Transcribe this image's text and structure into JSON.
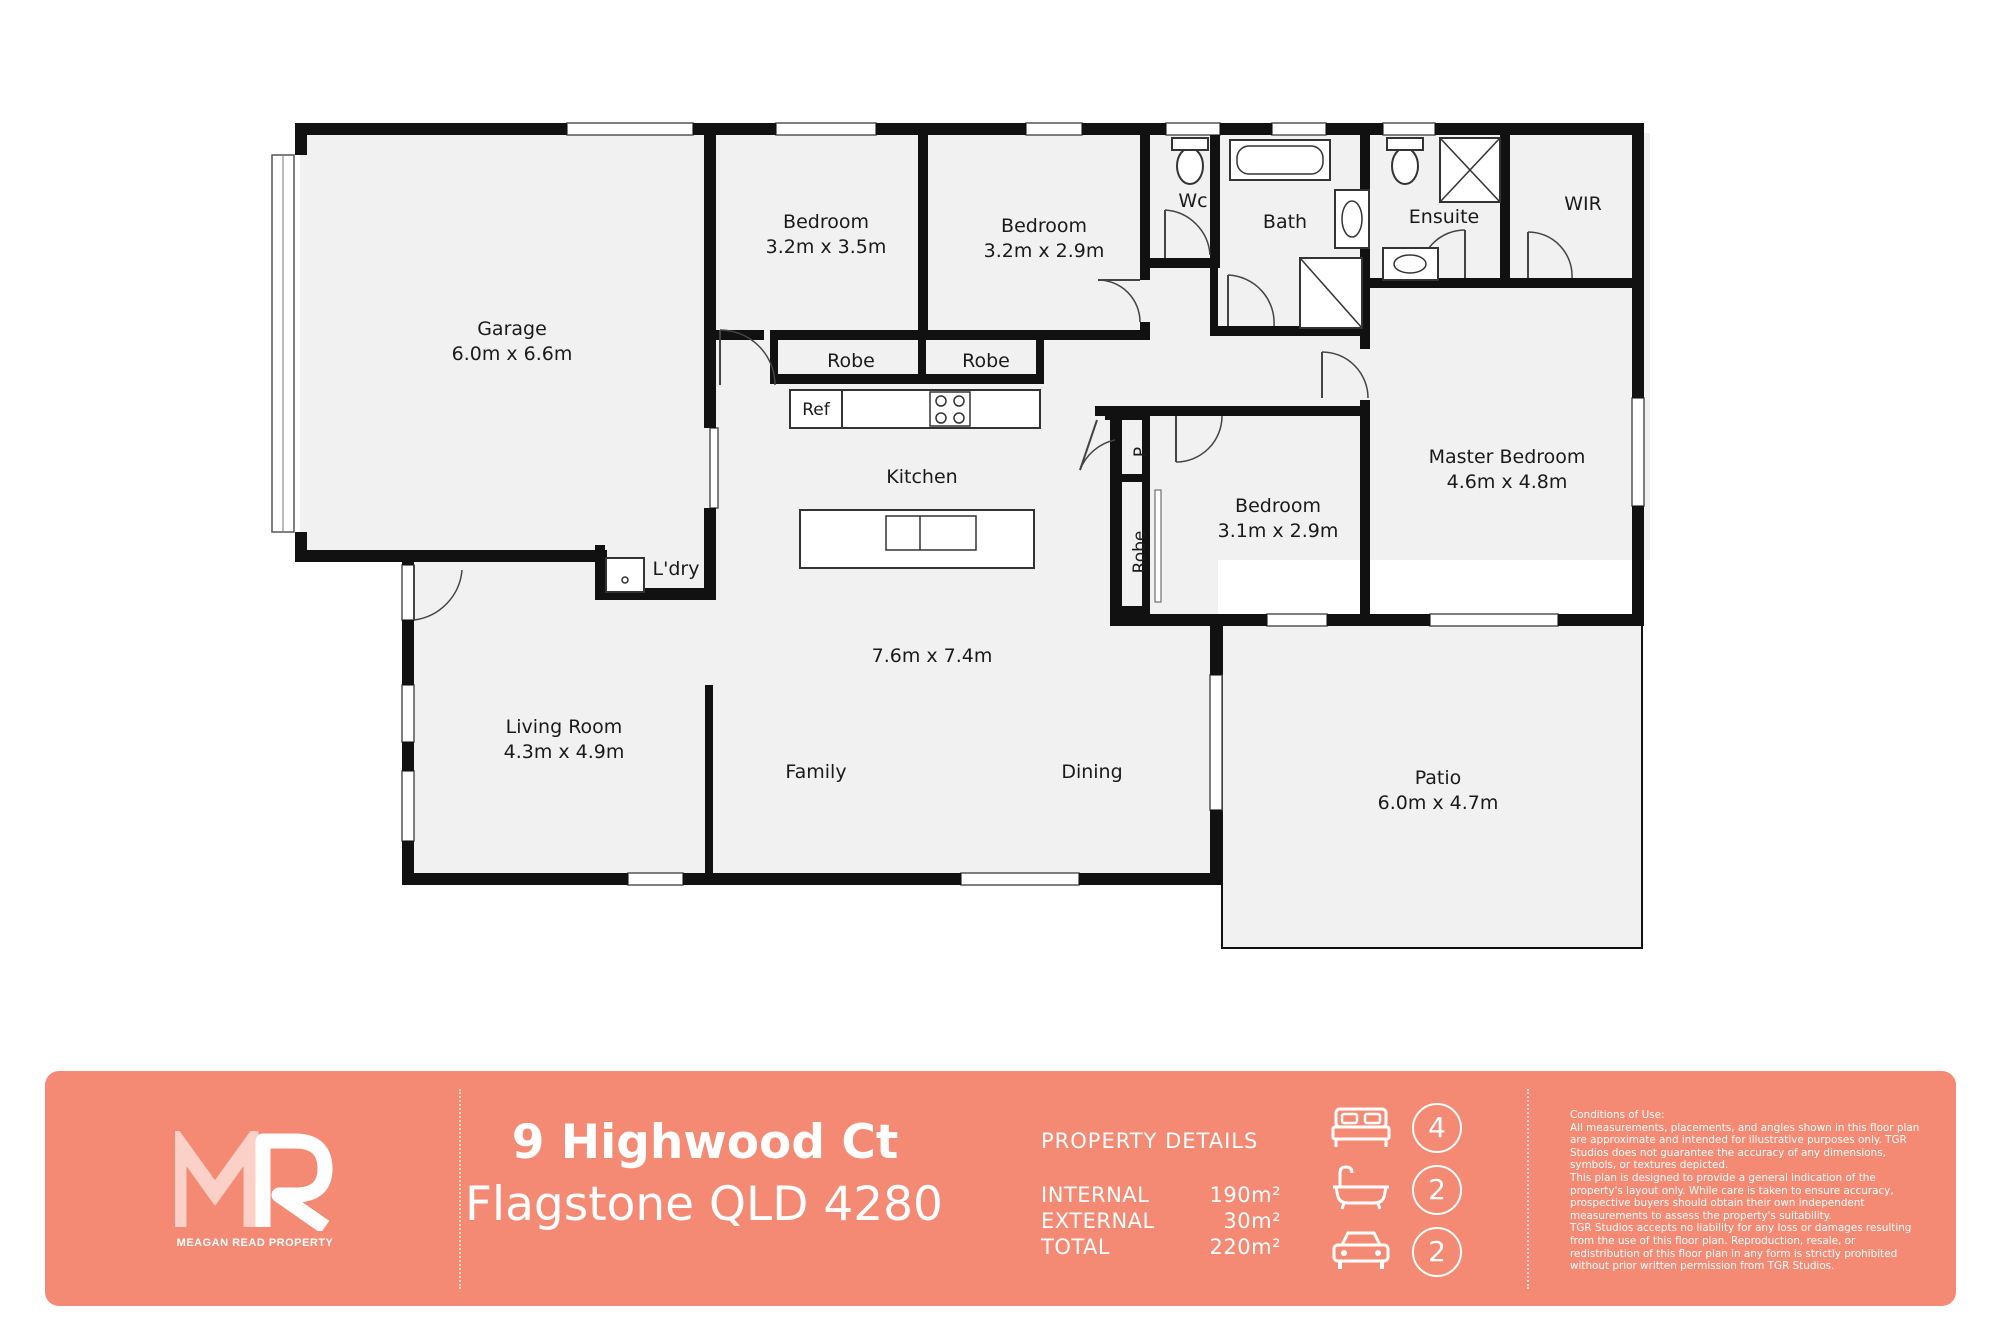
{
  "rooms": {
    "garage": {
      "name": "Garage",
      "dims": "6.0m x 6.6m"
    },
    "bedroom1": {
      "name": "Bedroom",
      "dims": "3.2m x 3.5m"
    },
    "bedroom2": {
      "name": "Bedroom",
      "dims": "3.2m x 2.9m"
    },
    "wc": {
      "name": "Wc"
    },
    "bath": {
      "name": "Bath"
    },
    "ensuite": {
      "name": "Ensuite"
    },
    "wir": {
      "name": "WIR"
    },
    "robe1": {
      "name": "Robe"
    },
    "robe2": {
      "name": "Robe"
    },
    "robe3": {
      "name": "Robe"
    },
    "ref": {
      "name": "Ref"
    },
    "pantry": {
      "name": "P"
    },
    "kitchen": {
      "name": "Kitchen"
    },
    "laundry": {
      "name": "L'dry"
    },
    "master": {
      "name": "Master Bedroom",
      "dims": "4.6m x 4.8m"
    },
    "bedroom3": {
      "name": "Bedroom",
      "dims": "3.1m x 2.9m"
    },
    "living_area": {
      "dims": "7.6m x 7.4m"
    },
    "living_room": {
      "name": "Living Room",
      "dims": "4.3m x 4.9m"
    },
    "family": {
      "name": "Family"
    },
    "dining": {
      "name": "Dining"
    },
    "patio": {
      "name": "Patio",
      "dims": "6.0m x 4.7m"
    }
  },
  "banner": {
    "color": "#f48a73",
    "logo_initials": "MR",
    "logo_text": "MEAGAN READ PROPERTY",
    "address_line1": "9 Highwood Ct",
    "address_line2": "Flagstone QLD 4280",
    "property_details_title": "PROPERTY DETAILS",
    "details": [
      {
        "label": "INTERNAL",
        "value": "190m²"
      },
      {
        "label": "EXTERNAL",
        "value": "30m²"
      },
      {
        "label": "TOTAL",
        "value": "220m²"
      }
    ],
    "features": [
      {
        "icon": "bed-icon",
        "count": "4"
      },
      {
        "icon": "bath-icon",
        "count": "2"
      },
      {
        "icon": "car-icon",
        "count": "2"
      }
    ],
    "conditions": "Conditions of Use:\nAll measurements, placements, and angles shown in this floor plan are approximate and intended for illustrative purposes only. TGR Studios does not guarantee the accuracy of any dimensions, symbols, or textures depicted.\nThis plan is designed to provide a general indication of the property's layout only. While care is taken to ensure accuracy, prospective buyers should obtain their own independent measurements to assess the property's suitability.\nTGR Studios accepts no liability for any loss or damages resulting from the use of this floor plan. Reproduction, resale, or redistribution of this floor plan in any form is strictly prohibited without prior written permission from TGR Studios."
  }
}
